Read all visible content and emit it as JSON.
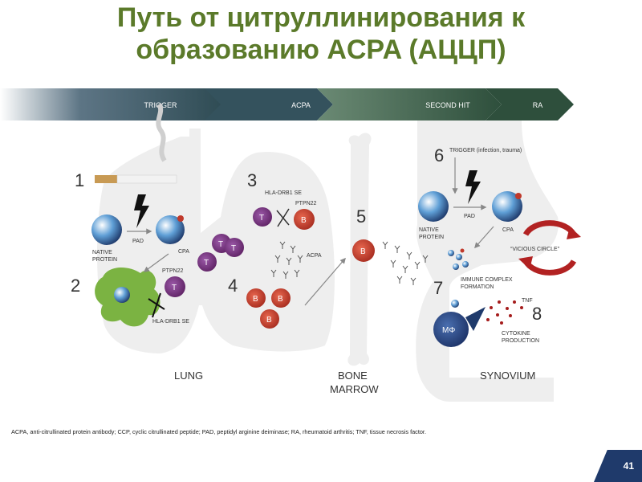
{
  "title": {
    "line1": "Путь от цитруллинирования к",
    "line2": "образованию  ACPA (АЦЦП)"
  },
  "banner": [
    "TRIGGER",
    "ACPA",
    "SECOND HIT",
    "RA"
  ],
  "steps": [
    "1",
    "2",
    "3",
    "4",
    "5",
    "6",
    "7",
    "8"
  ],
  "labels": {
    "native_protein": "NATIVE PROTEIN",
    "native_protein_l1": "NATIVE",
    "native_protein_l2": "PROTEIN",
    "pad": "PAD",
    "cpa": "CPA",
    "ptpn22": "PTPN22",
    "hla": "HLA-DRB1 SE",
    "acpa": "ACPA",
    "trigger_infection": "TRIGGER (infection, trauma)",
    "vicious_circle": "“VICIOUS CIRCLE”",
    "immune_complex_l1": "IMMUNE COMPLEX",
    "immune_complex_l2": "FORMATION",
    "tnf": "TNF",
    "cytokine_l1": "CYTOKINE",
    "cytokine_l2": "PRODUCTION",
    "t": "T",
    "b": "B",
    "mf": "MΦ"
  },
  "regions": {
    "lung": "LUNG",
    "bone_l1": "BONE",
    "bone_l2": "MARROW",
    "synovium": "SYNOVIUM"
  },
  "footnote": "ACPA, anti-citrullinated protein antibody; CCP, cyclic citrullinated peptide; PAD, peptidyl arginine deiminase; RA, rheumatoid arthritis; TNF, tissue necrosis factor.",
  "page_number": "41",
  "colors": {
    "title": "#5b7a2a",
    "banner_dark": "#2f4f3a",
    "purple": "#6a2b6e",
    "red": "#c0392b",
    "navy": "#1f3a6b"
  }
}
